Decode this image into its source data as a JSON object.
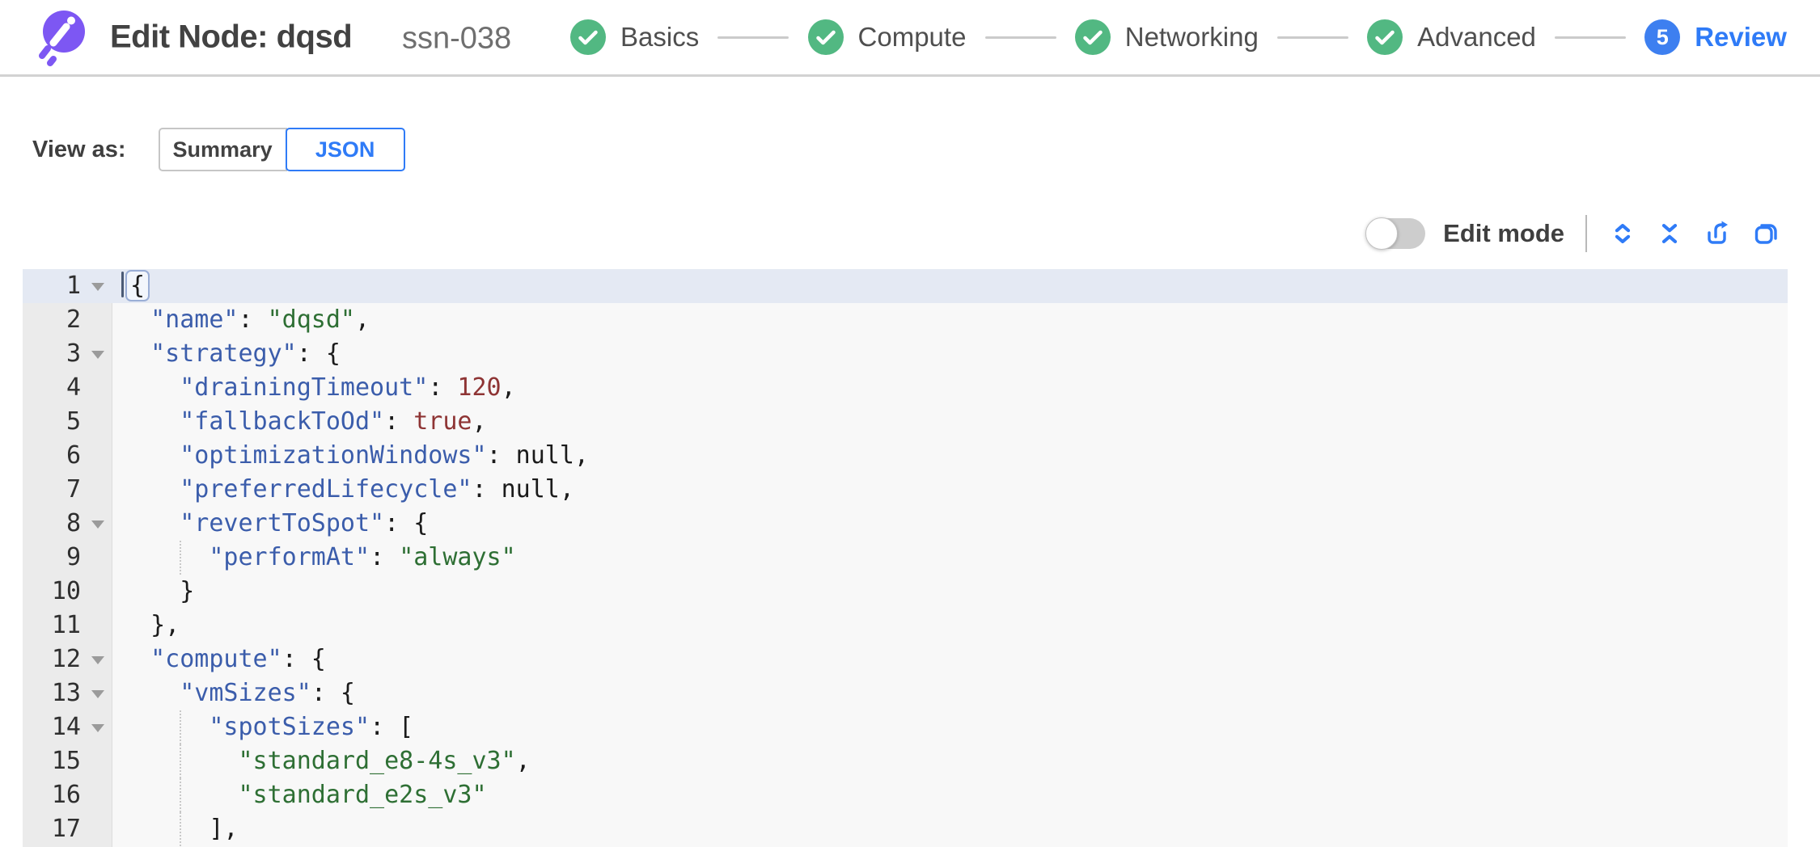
{
  "header": {
    "title": "Edit Node: dqsd",
    "subtitle": "ssn-038",
    "steps": [
      {
        "label": "Basics",
        "state": "done"
      },
      {
        "label": "Compute",
        "state": "done"
      },
      {
        "label": "Networking",
        "state": "done"
      },
      {
        "label": "Advanced",
        "state": "done"
      },
      {
        "label": "Review",
        "state": "current",
        "number": "5"
      }
    ]
  },
  "view_as": {
    "label": "View as:",
    "options": [
      {
        "label": "Summary",
        "selected": false
      },
      {
        "label": "JSON",
        "selected": true
      }
    ]
  },
  "toolbar": {
    "edit_mode_label": "Edit mode",
    "edit_mode_on": false,
    "icons": [
      "unfold-icon",
      "fold-icon",
      "export-icon",
      "copy-icon"
    ]
  },
  "editor": {
    "active_line": 1,
    "lines": [
      {
        "n": 1,
        "fold": true,
        "caret": true,
        "tokens": [
          [
            "brk",
            "{"
          ]
        ]
      },
      {
        "n": 2,
        "tokens": [
          [
            "ws",
            "  "
          ],
          [
            "key",
            "\"name\""
          ],
          [
            "pun",
            ": "
          ],
          [
            "str",
            "\"dqsd\""
          ],
          [
            "pun",
            ","
          ]
        ]
      },
      {
        "n": 3,
        "fold": true,
        "tokens": [
          [
            "ws",
            "  "
          ],
          [
            "key",
            "\"strategy\""
          ],
          [
            "pun",
            ": {"
          ]
        ]
      },
      {
        "n": 4,
        "tokens": [
          [
            "ws",
            "    "
          ],
          [
            "key",
            "\"drainingTimeout\""
          ],
          [
            "pun",
            ": "
          ],
          [
            "num",
            "120"
          ],
          [
            "pun",
            ","
          ]
        ]
      },
      {
        "n": 5,
        "tokens": [
          [
            "ws",
            "    "
          ],
          [
            "key",
            "\"fallbackToOd\""
          ],
          [
            "pun",
            ": "
          ],
          [
            "atom",
            "true"
          ],
          [
            "pun",
            ","
          ]
        ]
      },
      {
        "n": 6,
        "tokens": [
          [
            "ws",
            "    "
          ],
          [
            "key",
            "\"optimizationWindows\""
          ],
          [
            "pun",
            ": "
          ],
          [
            "nul",
            "null"
          ],
          [
            "pun",
            ","
          ]
        ]
      },
      {
        "n": 7,
        "tokens": [
          [
            "ws",
            "    "
          ],
          [
            "key",
            "\"preferredLifecycle\""
          ],
          [
            "pun",
            ": "
          ],
          [
            "nul",
            "null"
          ],
          [
            "pun",
            ","
          ]
        ]
      },
      {
        "n": 8,
        "fold": true,
        "tokens": [
          [
            "ws",
            "    "
          ],
          [
            "key",
            "\"revertToSpot\""
          ],
          [
            "pun",
            ": {"
          ]
        ]
      },
      {
        "n": 9,
        "guides": [
          4
        ],
        "tokens": [
          [
            "ws",
            "      "
          ],
          [
            "key",
            "\"performAt\""
          ],
          [
            "pun",
            ": "
          ],
          [
            "str",
            "\"always\""
          ]
        ]
      },
      {
        "n": 10,
        "tokens": [
          [
            "ws",
            "    "
          ],
          [
            "pun",
            "}"
          ]
        ]
      },
      {
        "n": 11,
        "tokens": [
          [
            "ws",
            "  "
          ],
          [
            "pun",
            "},"
          ]
        ]
      },
      {
        "n": 12,
        "fold": true,
        "tokens": [
          [
            "ws",
            "  "
          ],
          [
            "key",
            "\"compute\""
          ],
          [
            "pun",
            ": {"
          ]
        ]
      },
      {
        "n": 13,
        "fold": true,
        "tokens": [
          [
            "ws",
            "    "
          ],
          [
            "key",
            "\"vmSizes\""
          ],
          [
            "pun",
            ": {"
          ]
        ]
      },
      {
        "n": 14,
        "fold": true,
        "guides": [
          4
        ],
        "tokens": [
          [
            "ws",
            "      "
          ],
          [
            "key",
            "\"spotSizes\""
          ],
          [
            "pun",
            ": ["
          ]
        ]
      },
      {
        "n": 15,
        "guides": [
          4
        ],
        "tokens": [
          [
            "ws",
            "        "
          ],
          [
            "str",
            "\"standard_e8-4s_v3\""
          ],
          [
            "pun",
            ","
          ]
        ]
      },
      {
        "n": 16,
        "guides": [
          4
        ],
        "tokens": [
          [
            "ws",
            "        "
          ],
          [
            "str",
            "\"standard_e2s_v3\""
          ]
        ]
      },
      {
        "n": 17,
        "guides": [
          4
        ],
        "tokens": [
          [
            "ws",
            "      "
          ],
          [
            "pun",
            "],"
          ]
        ]
      }
    ]
  },
  "colors": {
    "accent": "#2f7bf7",
    "step_green": "#52b882",
    "badge_blue": "#3d7ff0",
    "logo_purple": "#7d57f3",
    "text_dark": "#424242",
    "text_mid": "#4f4f4f",
    "subtitle": "#6f6f6f",
    "connector": "#cbcbcb",
    "header_border": "#d2d2d2",
    "btn_border": "#c6c6c6",
    "track": "#cdcdcd",
    "editor_bg": "#f8f8f8",
    "gutter_bg": "#ebebeb",
    "gutter_border": "#dddddd",
    "active_line": "#e4e9f3",
    "ln_color": "#2f2f2f",
    "fold": "#9b9b9b",
    "tok_key": "#3b5dab",
    "tok_str": "#2e6f34",
    "tok_num": "#8e3434",
    "tok_plain": "#1b1b1b",
    "bracket": "#9aaed6",
    "guide": "#c9c9c9"
  }
}
